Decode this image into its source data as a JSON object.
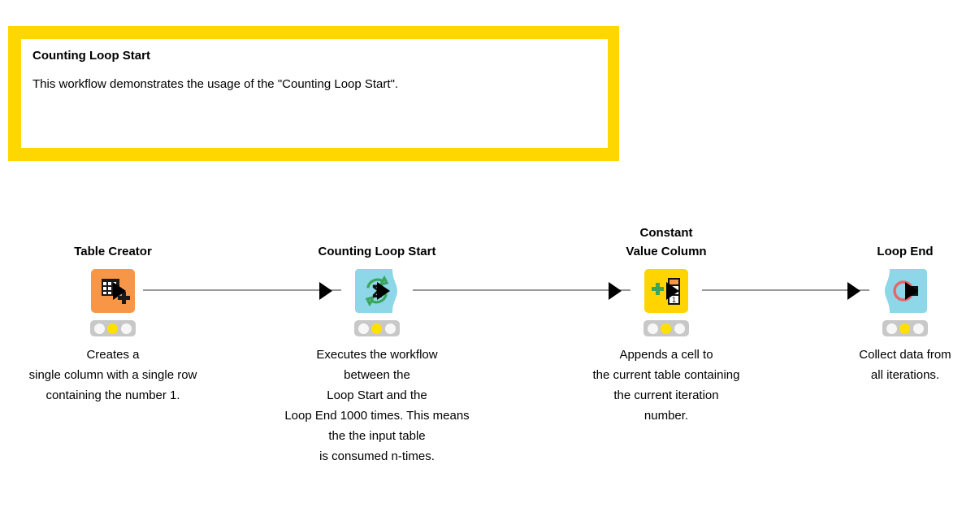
{
  "annotation": {
    "title": "Counting Loop Start",
    "body": "This workflow demonstrates the usage of the \"Counting Loop Start\".",
    "border_color": "#FFD700",
    "background_color": "#FFFFFF"
  },
  "workflow": {
    "nodes": [
      {
        "id": "table-creator",
        "title": "Table Creator",
        "description": "Creates a\nsingle column with a single row\ncontaining the number 1.",
        "icon": "table-grid-plus-icon",
        "node_color": "#F79646",
        "shape": "square",
        "has_input_port": false,
        "has_output_port": true,
        "status": "configured",
        "traffic_light": [
          "off",
          "yellow",
          "off"
        ]
      },
      {
        "id": "counting-loop-start",
        "title": "Counting Loop Start",
        "description": "Executes the workflow\nbetween the\nLoop Start and the\nLoop End 1000 times. This means\nthe the input table\nis consumed n-times.",
        "icon": "sigma-loop-icon",
        "node_color": "#8DD7E8",
        "shape": "loop-start",
        "has_input_port": true,
        "has_output_port": true,
        "status": "configured",
        "traffic_light": [
          "off",
          "yellow",
          "off"
        ]
      },
      {
        "id": "constant-value-column",
        "title": "Constant\nValue Column",
        "description": "Appends a cell to\nthe current table containing\nthe current iteration\nnumber.",
        "icon": "plus-column-icon",
        "node_color": "#FFD400",
        "shape": "square",
        "has_input_port": true,
        "has_output_port": true,
        "status": "configured",
        "traffic_light": [
          "off",
          "yellow",
          "off"
        ]
      },
      {
        "id": "loop-end",
        "title": "Loop End",
        "description": "Collect data from\nall iterations.",
        "icon": "loop-end-circle-icon",
        "node_color": "#8DD7E8",
        "shape": "loop-end",
        "has_input_port": true,
        "has_output_port": true,
        "status": "configured",
        "traffic_light": [
          "off",
          "yellow",
          "off"
        ]
      }
    ],
    "connections": [
      {
        "from": "table-creator",
        "to": "counting-loop-start"
      },
      {
        "from": "counting-loop-start",
        "to": "constant-value-column"
      },
      {
        "from": "constant-value-column",
        "to": "loop-end"
      }
    ]
  },
  "colors": {
    "connector": "#9A9A9A",
    "port": "#000000",
    "traffic_light_body": "#C8C8C8",
    "traffic_light_active": "#FFE000"
  }
}
